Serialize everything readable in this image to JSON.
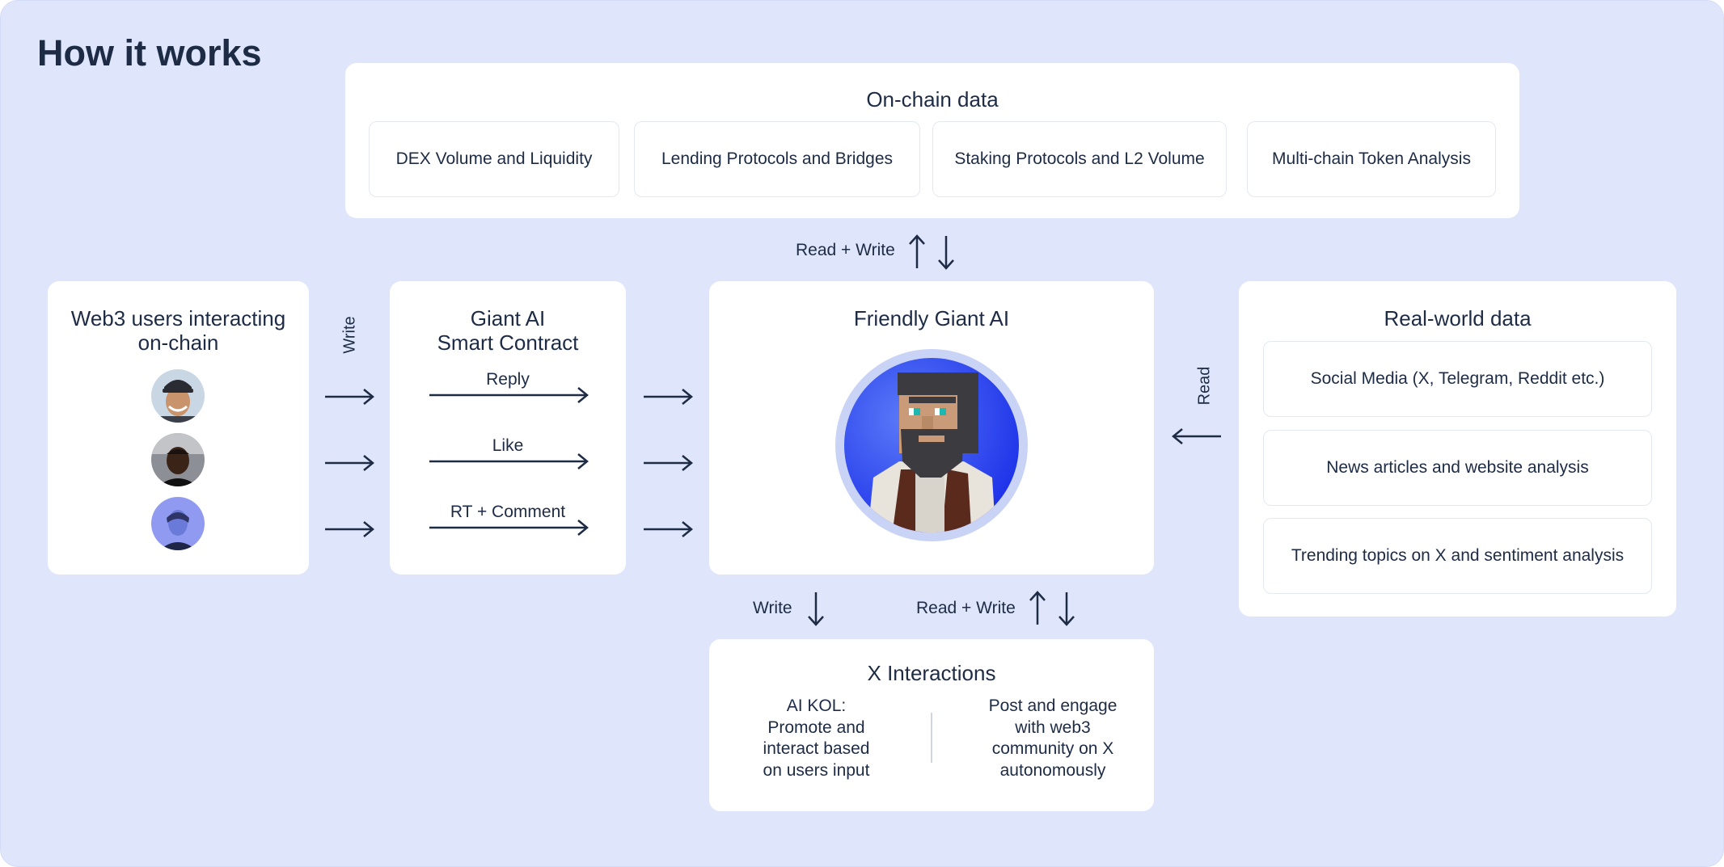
{
  "title": "How it works",
  "onchain": {
    "title": "On-chain data",
    "items": [
      "DEX Volume and Liquidity",
      "Lending Protocols and Bridges",
      "Staking Protocols and L2 Volume",
      "Multi-chain Token Analysis"
    ]
  },
  "users": {
    "title_line1": "Web3 users interacting",
    "title_line2": "on-chain",
    "avatars": [
      "user-avatar-1",
      "user-avatar-2",
      "user-avatar-3"
    ]
  },
  "contract": {
    "title_line1": "Giant AI",
    "title_line2": "Smart Contract",
    "actions": [
      "Reply",
      "Like",
      "RT + Comment"
    ]
  },
  "giant": {
    "title": "Friendly Giant AI"
  },
  "realworld": {
    "title": "Real-world data",
    "items": [
      "Social Media (X, Telegram, Reddit etc.)",
      "News articles and website analysis",
      "Trending topics on X and sentiment analysis"
    ]
  },
  "x": {
    "title": "X Interactions",
    "left_lines": [
      "AI KOL:",
      "Promote and",
      "interact based",
      "on users input"
    ],
    "right_lines": [
      "Post and engage",
      "with web3",
      "community on X",
      "autonomously"
    ]
  },
  "labels": {
    "read_write_top": "Read + Write",
    "write_users": "Write",
    "read_real": "Read",
    "write_x": "Write",
    "read_write_x": "Read + Write"
  },
  "colors": {
    "background": "#dfe6fc",
    "text": "#1d2b45",
    "card": "#ffffff",
    "giant_circle": "#2d4df0"
  }
}
